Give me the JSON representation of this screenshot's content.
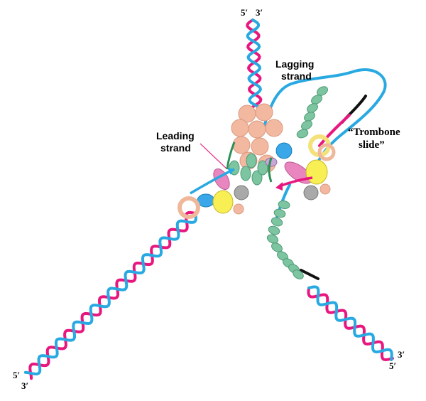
{
  "colors": {
    "strand_pink": "#e8177f",
    "strand_blue": "#29a9e1",
    "strand_black": "#111111",
    "okazaki_green": "#7cc5a0",
    "helicase_peach": "#f3b8a0",
    "clamp_yellow": "#f4e17a",
    "polymerase_yellow": "#f8ef55",
    "primase_pink": "#e986c0",
    "protein_gray": "#a9a9a9",
    "protein_blue": "#3aa8e8"
  },
  "labels": {
    "top_5": "5′",
    "top_3": "3′",
    "left_5": "5′",
    "left_3": "3′",
    "right_3": "3′",
    "right_5": "5′",
    "lagging_line1": "Lagging",
    "lagging_line2": "strand",
    "leading_line1": "Leading",
    "leading_line2": "strand",
    "trombone_line1": "“Trombone",
    "trombone_line2": "slide”"
  }
}
